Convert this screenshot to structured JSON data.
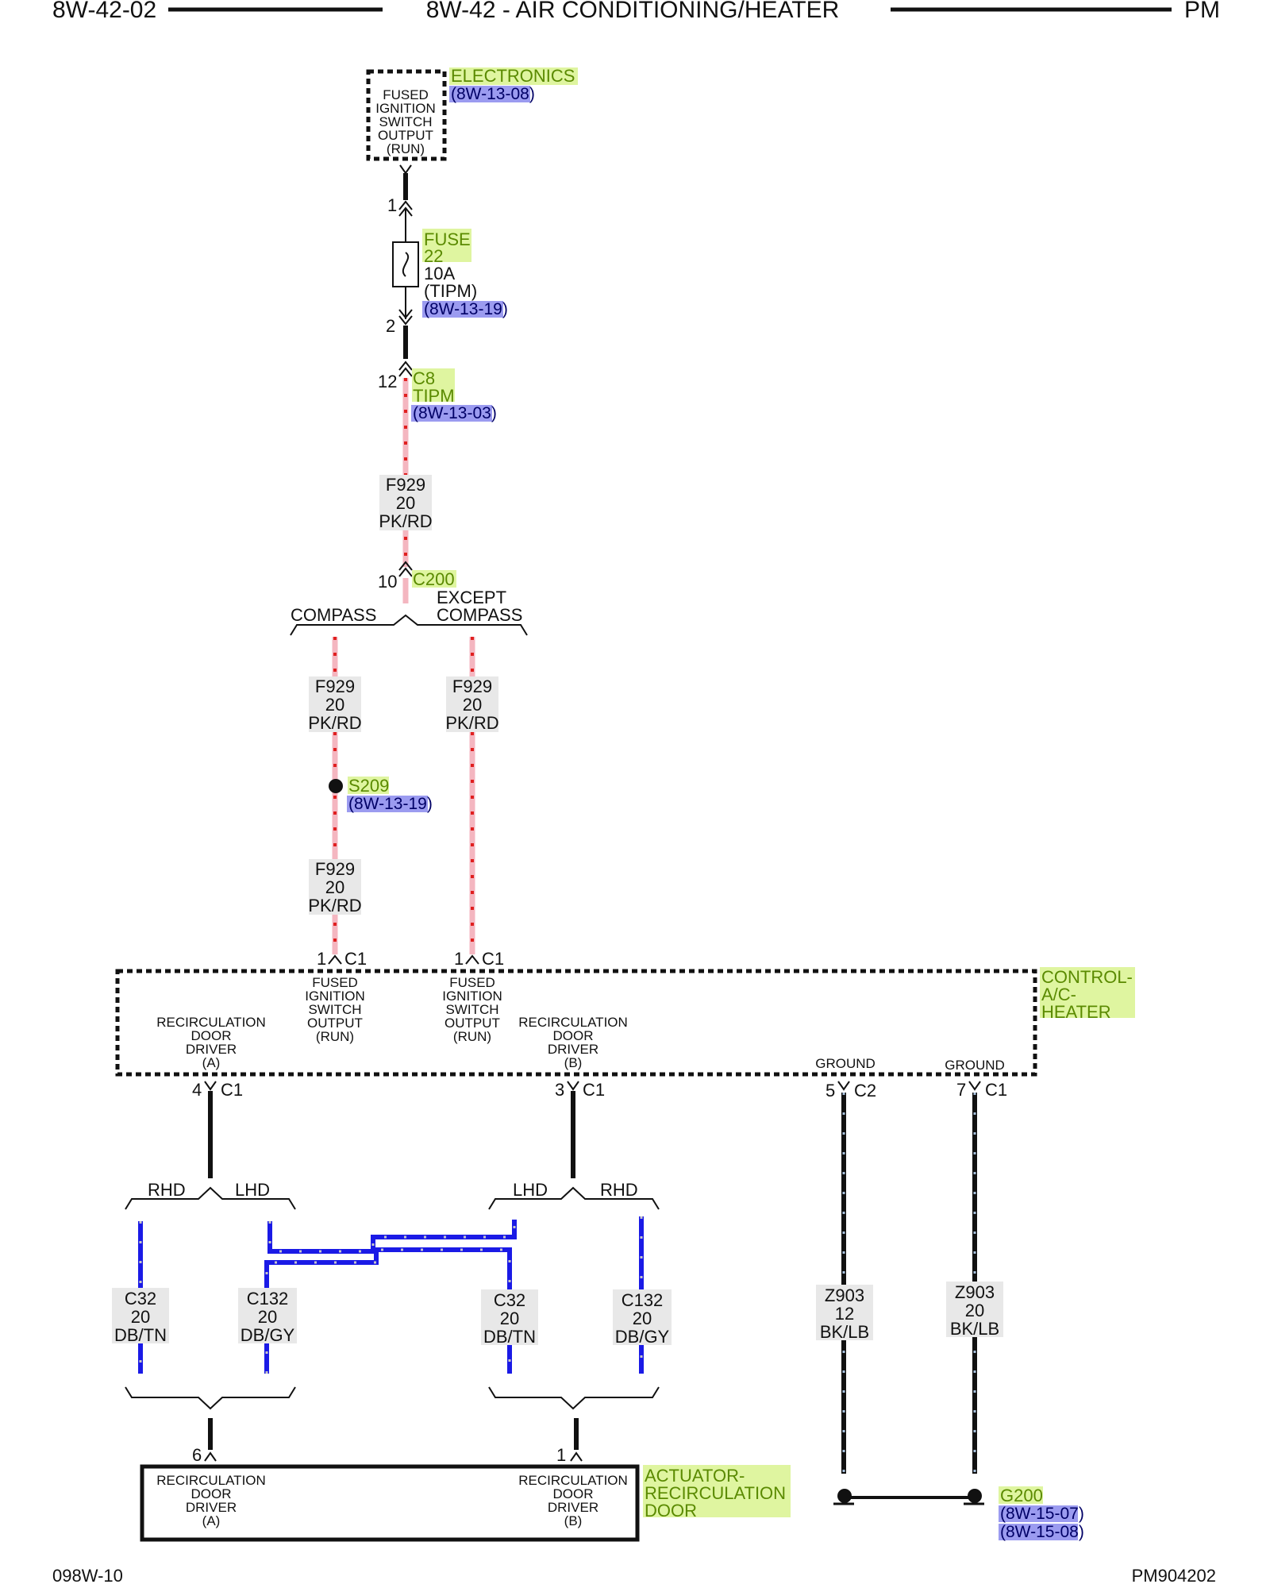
{
  "header": {
    "page_left": "8W-42-02",
    "title": "8W-42 - AIR CONDITIONING/HEATER",
    "page_right": "PM"
  },
  "footer": {
    "left": "098W-10",
    "right": "PM904202"
  },
  "colors": {
    "green_highlight": "#dff5a0",
    "blue_highlight": "#9b9bf0",
    "wire_pk_rd": "#f4b6c0",
    "wire_pk_rd_dash": "#e02020",
    "wire_db": "#1a1ae6",
    "wire_bk": "#111111",
    "wire_bk_dash": "#aac4e0",
    "tag_bg": "#e8e8e8"
  },
  "components": {
    "electronics": {
      "name": "ELECTRONICS",
      "ref": "(8W-13-08)",
      "box_lines": [
        "FUSED",
        "IGNITION",
        "SWITCH",
        "OUTPUT",
        "(RUN)"
      ]
    },
    "fuse": {
      "name_line1": "FUSE",
      "name_line2": "22",
      "rating": "10A",
      "location": "(TIPM)",
      "ref": "(8W-13-19)",
      "pin_top": "1",
      "pin_bottom": "2"
    },
    "c8": {
      "pin": "12",
      "name_line1": "C8",
      "name_line2": "TIPM",
      "ref": "(8W-13-03)"
    },
    "c200": {
      "pin": "10",
      "name": "C200"
    },
    "split_compass": {
      "left": "COMPASS",
      "right_line1": "EXCEPT",
      "right_line2": "COMPASS"
    },
    "s209": {
      "name": "S209",
      "ref": "(8W-13-19)"
    },
    "control": {
      "name_line1": "CONTROL-",
      "name_line2": "A/C-",
      "name_line3": "HEATER",
      "pin_left_top": "1",
      "conn_left_top": "C1",
      "pin_right_top": "1",
      "conn_right_top": "C1",
      "fused_left": [
        "FUSED",
        "IGNITION",
        "SWITCH",
        "OUTPUT",
        "(RUN)"
      ],
      "fused_right": [
        "FUSED",
        "IGNITION",
        "SWITCH",
        "OUTPUT",
        "(RUN)"
      ],
      "recirc_a": [
        "RECIRCULATION",
        "DOOR",
        "DRIVER",
        "(A)"
      ],
      "recirc_b": [
        "RECIRCULATION",
        "DOOR",
        "DRIVER",
        "(B)"
      ],
      "ground1": "GROUND",
      "ground2": "GROUND",
      "pin_a": "4",
      "conn_a": "C1",
      "pin_b": "3",
      "conn_b": "C1",
      "pin_g1": "5",
      "conn_g1": "C2",
      "pin_g2": "7",
      "conn_g2": "C1"
    },
    "split_a": {
      "left": "RHD",
      "right": "LHD"
    },
    "split_b": {
      "left": "LHD",
      "right": "RHD"
    },
    "actuator": {
      "name_line1": "ACTUATOR-",
      "name_line2": "RECIRCULATION",
      "name_line3": "DOOR",
      "pin_a": "6",
      "pin_b": "1",
      "recirc_a": [
        "RECIRCULATION",
        "DOOR",
        "DRIVER",
        "(A)"
      ],
      "recirc_b": [
        "RECIRCULATION",
        "DOOR",
        "DRIVER",
        "(B)"
      ]
    },
    "g200": {
      "name": "G200",
      "ref1": "(8W-15-07)",
      "ref2": "(8W-15-08)"
    }
  },
  "wires": {
    "w1": [
      "F929",
      "20",
      "PK/RD"
    ],
    "w2": [
      "F929",
      "20",
      "PK/RD"
    ],
    "w3": [
      "F929",
      "20",
      "PK/RD"
    ],
    "w4": [
      "F929",
      "20",
      "PK/RD"
    ],
    "w5": [
      "C32",
      "20",
      "DB/TN"
    ],
    "w6": [
      "C132",
      "20",
      "DB/GY"
    ],
    "w7": [
      "C32",
      "20",
      "DB/TN"
    ],
    "w8": [
      "C132",
      "20",
      "DB/GY"
    ],
    "w9": [
      "Z903",
      "12",
      "BK/LB"
    ],
    "w10": [
      "Z903",
      "20",
      "BK/LB"
    ]
  }
}
